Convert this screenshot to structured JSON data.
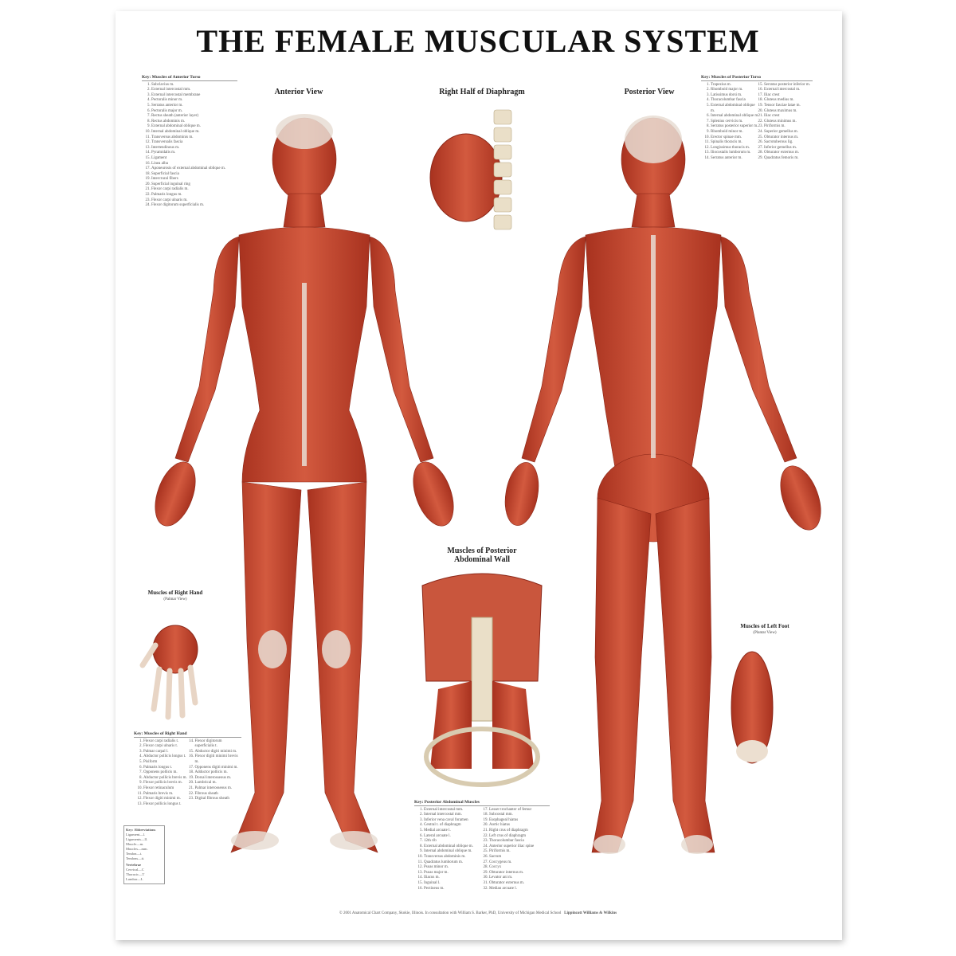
{
  "title": "THE FEMALE MUSCULAR SYSTEM",
  "views": {
    "anterior": "Anterior View",
    "diaphragm": "Right Half of Diaphragm",
    "posterior": "Posterior View",
    "abdominal_wall": "Muscles of Posterior Abdominal Wall",
    "right_hand": "Muscles of Right Hand",
    "right_hand_sub": "(Palmar View)",
    "left_foot": "Muscles of Left Foot",
    "left_foot_sub": "(Plantar View)"
  },
  "keys": {
    "anterior_torso": {
      "title": "Key: Muscles of Anterior Torso",
      "items": [
        "Subclavius m.",
        "External intercostal mm.",
        "External intercostal membrane",
        "Pectoralis minor m.",
        "Serratus anterior m.",
        "Pectoralis major m.",
        "Rectus sheath (anterior layer)",
        "Rectus abdominis m.",
        "External abdominal oblique m.",
        "Internal abdominal oblique m.",
        "Transversus abdominis m.",
        "Transversalis fascia",
        "Intertendinous m.",
        "Pyramidalis m.",
        "Ligament",
        "Linea alba",
        "Aponeurosis of external abdominal oblique m.",
        "Superficial fascia",
        "Intercrural fibers",
        "Superficial inguinal ring",
        "Flexor carpi radialis m.",
        "Palmaris longus m.",
        "Flexor carpi ulnaris m.",
        "Flexor digitorum superficialis m."
      ]
    },
    "posterior_torso": {
      "title": "Key: Muscles of Posterior Torso",
      "items": [
        "Trapezius m.",
        "Rhomboid major m.",
        "Latissimus dorsi m.",
        "Thoracolumbar fascia",
        "External abdominal oblique m.",
        "Internal abdominal oblique m.",
        "Splenius cervicis m.",
        "Serratus posterior superior m.",
        "Rhomboid minor m.",
        "Erector spinae mm.",
        "Spinalis thoracis m.",
        "Longissimus thoracis m.",
        "Iliocostalis lumborum m.",
        "Serratus anterior m.",
        "Serratus posterior inferior m.",
        "External intercostal m.",
        "Iliac crest",
        "Gluteus medius m.",
        "Tensor fasciae latae m.",
        "Gluteus maximus m.",
        "Iliac crest",
        "Gluteus minimus m.",
        "Piriformis m.",
        "Superior gemellus m.",
        "Obturator internus m.",
        "Sacrotuberous lig.",
        "Inferior gemellus m.",
        "Obturator externus m.",
        "Quadratus femoris m."
      ]
    },
    "right_hand": {
      "title": "Key: Muscles of Right Hand",
      "items": [
        "Flexor carpi radialis t.",
        "Flexor carpi ulnaris t.",
        "Palmar carpal l.",
        "Abductor pollicis longus t.",
        "Pisiform",
        "Palmaris longus t.",
        "Opponens pollicis m.",
        "Abductor pollicis brevis m.",
        "Flexor pollicis brevis m.",
        "Flexor retinaculum",
        "Palmaris brevis m.",
        "Flexor digiti minimi m.",
        "Flexor pollicis longus t.",
        "Flexor digitorum superficialis t.",
        "Abductor digiti minimi m.",
        "Flexor digiti minimi brevis m.",
        "Opponens digiti minimi m.",
        "Adductor pollicis m.",
        "Dorsal interosseous m.",
        "Lumbrical m.",
        "Palmar interosseous m.",
        "Fibrous sheath",
        "Digital fibrous sheath"
      ]
    },
    "posterior_abdominal": {
      "title": "Key: Posterior Abdominal Muscles",
      "items": [
        "External intercostal mm.",
        "Internal intercostal mm.",
        "Inferior vena caval foramen",
        "Central t. of diaphragm",
        "Medial arcuate l.",
        "Lateral arcuate l.",
        "12th rib",
        "External abdominal oblique m.",
        "Internal abdominal oblique m.",
        "Transversus abdominis m.",
        "Quadratus lumborum m.",
        "Psoas minor m.",
        "Psoas major m.",
        "Iliacus m.",
        "Inguinal l.",
        "Pectineus m.",
        "Lesser trochanter of femur",
        "Subcostal mm.",
        "Esophageal hiatus",
        "Aortic hiatus",
        "Right crus of diaphragm",
        "Left crus of diaphragm",
        "Thoracolumbar fascia",
        "Anterior superior iliac spine",
        "Piriformis m.",
        "Sacrum",
        "Coccygeus m.",
        "Coccyx",
        "Obturator internus m.",
        "Levator ani m.",
        "Obturator externus m.",
        "Median arcuate l."
      ]
    }
  },
  "abbreviations": {
    "title": "Key: Abbreviations",
    "items": [
      "Ligament—l.",
      "Ligaments—ll.",
      "Muscle—m.",
      "Muscles—mm.",
      "Tendon—t.",
      "Tendons—tt."
    ],
    "vertebrae_title": "Vertebrae",
    "vertebrae": [
      "Cervical—C",
      "Thoracic—T",
      "Lumbar—L"
    ]
  },
  "footer": "© 2001 Anatomical Chart Company, Skokie, Illinois.  In consultation with William S. Barker, PhD, University of Michigan Medical School",
  "publisher": "Lippincott Williams & Wilkins",
  "colors": {
    "muscle": "#c4472f",
    "muscle_dark": "#962a1c",
    "tendon": "#e9ddd2",
    "bone": "#f1e6cf"
  }
}
